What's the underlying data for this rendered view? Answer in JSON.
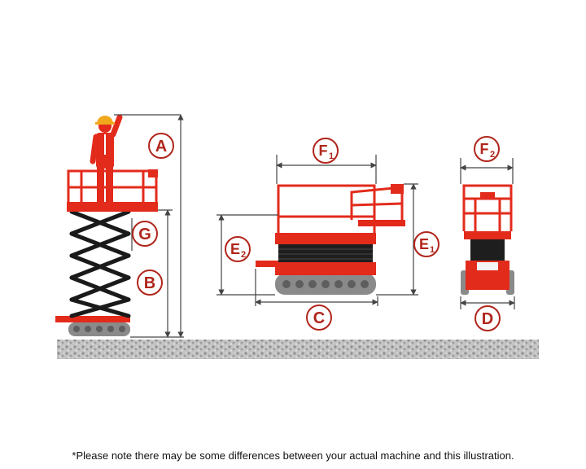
{
  "labels": {
    "A": "A",
    "B": "B",
    "G": "G",
    "C": "C",
    "D": "D",
    "E1": {
      "letter": "E",
      "sub": "1"
    },
    "E2": {
      "letter": "E",
      "sub": "2"
    },
    "F1": {
      "letter": "F",
      "sub": "1"
    },
    "F2": {
      "letter": "F",
      "sub": "2"
    }
  },
  "footnote": "*Please note there may be some differences between your actual machine and this illustration.",
  "colors": {
    "machine_red": "#e32b1c",
    "label_red": "#b0251a",
    "scissor_black": "#1a1a1a",
    "track_grey": "#8a8a8a",
    "dimension_line": "#444444",
    "ground": "#b8b8b8",
    "helmet": "#f2a81d"
  },
  "icons": [
    "worker-icon",
    "helmet-icon"
  ]
}
